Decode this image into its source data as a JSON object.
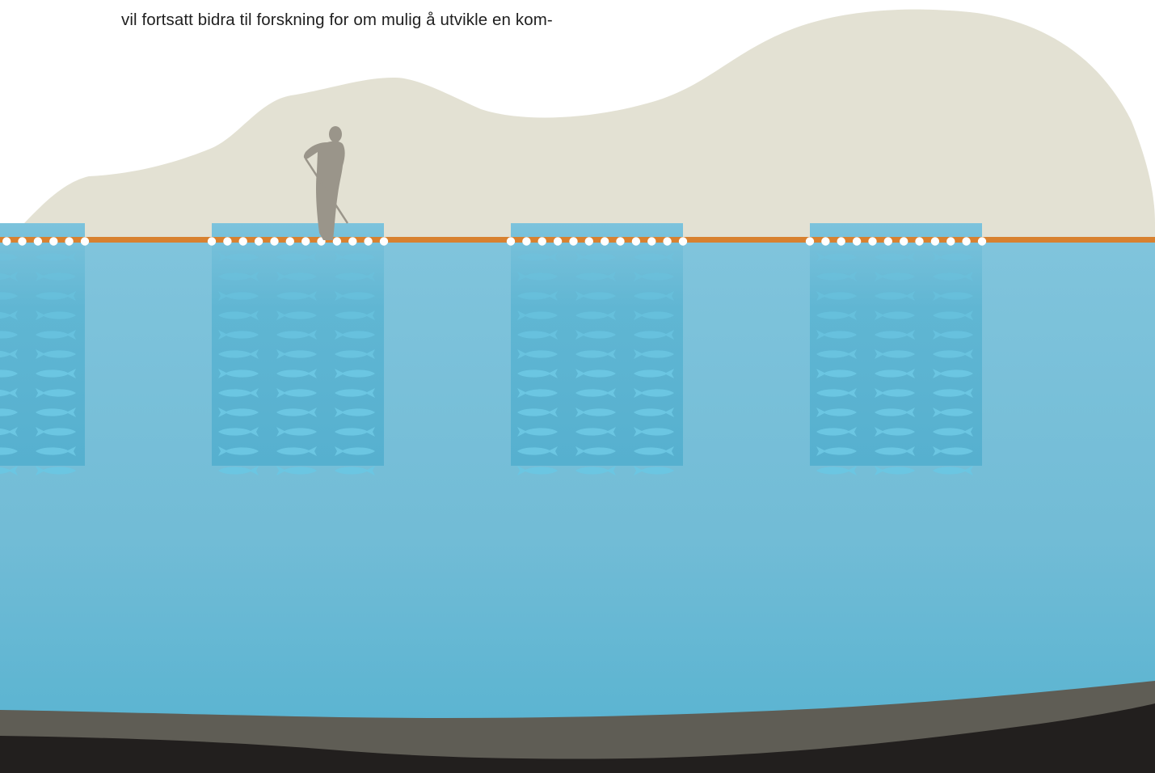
{
  "caption": {
    "text": "vil fortsatt bidra til forskning for om mulig å utvikle en kom-"
  },
  "scene": {
    "pen_count": 4,
    "figure": "person-with-pole",
    "colors": {
      "hill": "#e3e1d3",
      "water_top": "#80c4dc",
      "water_bottom": "#55b2d0",
      "pen": "#58b1cf",
      "fish": "#6bc6e2",
      "float_rail": "#d88130",
      "float_ball": "#ffffff",
      "figure": "#9a958a",
      "seabed_upper": "#5f5d55",
      "seabed_lower": "#221f1e"
    },
    "icons": [
      "person-icon",
      "fish-icon",
      "float-ball-icon"
    ]
  }
}
